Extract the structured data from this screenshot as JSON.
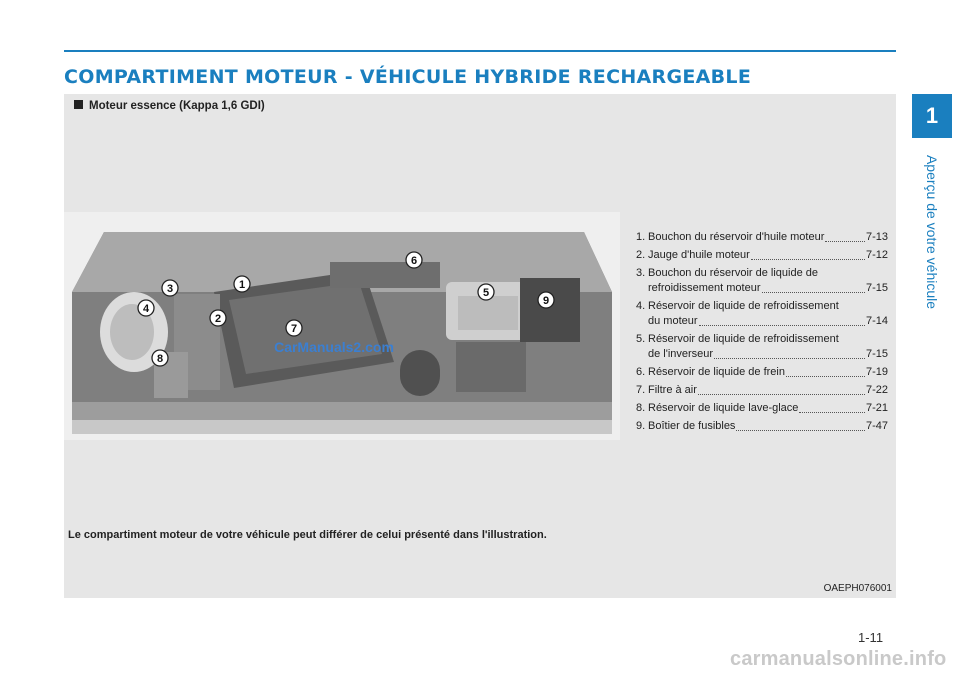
{
  "page": {
    "title": "COMPARTIMENT MOTEUR - VÉHICULE HYBRIDE RECHARGEABLE",
    "chapter_number": "1",
    "chapter_label": "Aperçu de votre véhicule",
    "page_number": "1-11",
    "watermark": "carmanualsonline.info",
    "accent_color": "#1a7fbf"
  },
  "figure": {
    "subtitle": "Moteur essence (Kappa 1,6 GDI)",
    "image_watermark": "CarManuals2.com",
    "callouts": [
      "1",
      "2",
      "3",
      "4",
      "5",
      "6",
      "7",
      "8",
      "9"
    ],
    "code": "OAEPH076001",
    "note": "Le compartiment moteur de votre véhicule peut différer de celui présenté dans l'illustration."
  },
  "legend": [
    {
      "num": "1.",
      "lines": [],
      "last": "Bouchon du réservoir d'huile moteur",
      "page": "7-13"
    },
    {
      "num": "2.",
      "lines": [],
      "last": "Jauge d'huile moteur",
      "page": "7-12"
    },
    {
      "num": "3.",
      "lines": [
        "Bouchon du réservoir de liquide de"
      ],
      "last": "refroidissement moteur",
      "page": "7-15"
    },
    {
      "num": "4.",
      "lines": [
        "Réservoir de liquide de refroidissement"
      ],
      "last": "du moteur",
      "page": "7-14"
    },
    {
      "num": "5.",
      "lines": [
        "Réservoir de liquide de refroidissement"
      ],
      "last": "de l'inverseur",
      "page": "7-15"
    },
    {
      "num": "6.",
      "lines": [],
      "last": "Réservoir de liquide de frein",
      "page": "7-19"
    },
    {
      "num": "7.",
      "lines": [],
      "last": "Filtre à air",
      "page": "7-22"
    },
    {
      "num": "8.",
      "lines": [],
      "last": "Réservoir de liquide lave-glace",
      "page": "7-21"
    },
    {
      "num": "9.",
      "lines": [],
      "last": "Boîtier de fusibles",
      "page": "7-47"
    }
  ]
}
